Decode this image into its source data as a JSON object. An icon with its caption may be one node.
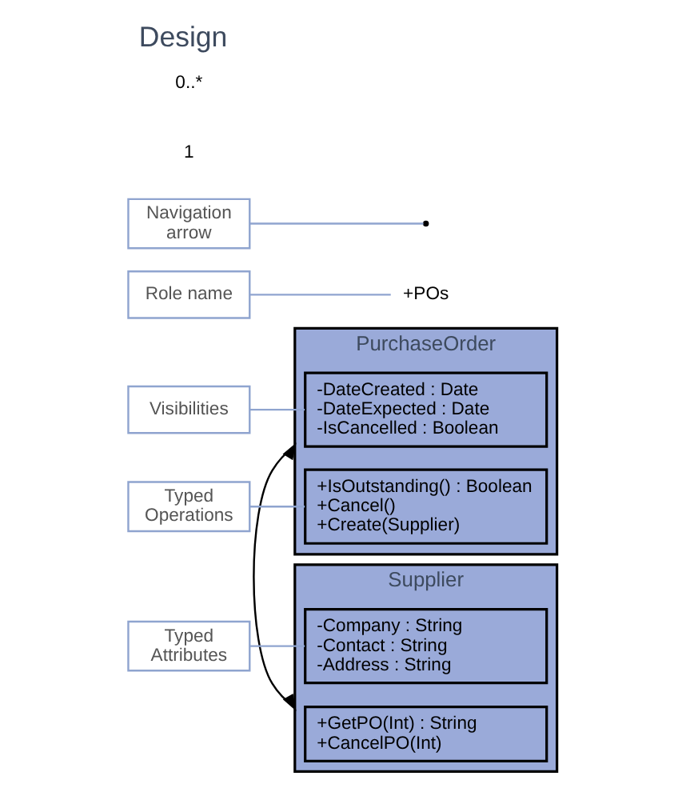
{
  "diagram": {
    "title": "Design",
    "nodes": [
      {
        "text": [
          "Supplier"
        ]
      },
      {
        "text": [
          "-Company : String",
          "-Contact : String",
          "-Address : String"
        ],
        "in": 0
      },
      {
        "text": [
          "+GetPO(Int) : String",
          "+CancelPO(Int)"
        ],
        "in": 0
      },
      {
        "text": [
          "PurchaseOrder"
        ]
      },
      {
        "text": [
          "-DateCreated : Date",
          "-DateExpected : Date",
          "-IsCancelled : Boolean"
        ],
        "in": 3
      },
      {
        "text": [
          "+IsOutstanding() : Boolean",
          "+Cancel()",
          "+Create(Supplier)"
        ],
        "in": 3
      },
      {
        "text": [
          "Typed Attributes"
        ]
      },
      {
        "text": [
          "Role name"
        ]
      },
      {
        "text": [
          "+POs"
        ]
      },
      {
        "text": [
          "Navigation arrow"
        ]
      },
      {
        "text": [
          "Visibilities"
        ]
      },
      {
        "text": [
          "Typed Operations"
        ]
      }
    ],
    "edges": [
      {
        "from": 0,
        "to": 3,
        "arrow": "both",
        "color": "#000000"
      },
      {
        "from": 6,
        "to": 1,
        "arrow": "none"
      },
      {
        "from": 7,
        "to": 8,
        "arrow": "none"
      },
      {
        "from": 9,
        "to": null,
        "arrow": "none"
      },
      {
        "from": 10,
        "to": 4,
        "arrow": "none"
      },
      {
        "from": 11,
        "to": 5,
        "arrow": "none"
      }
    ],
    "labels": [
      "1",
      "0..*"
    ]
  }
}
